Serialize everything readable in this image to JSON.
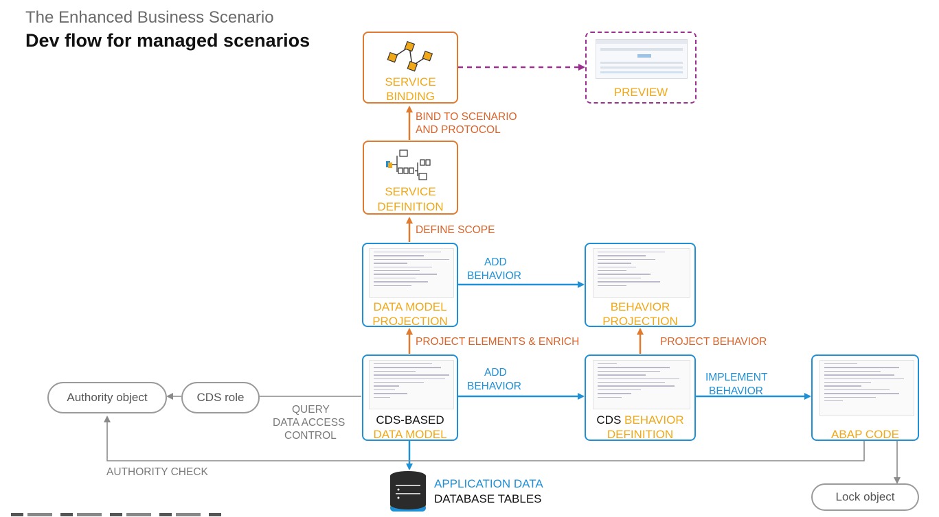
{
  "header": {
    "subtitle": "The Enhanced Business Scenario",
    "title": "Dev flow for managed scenarios"
  },
  "nodes": {
    "service_binding": {
      "line1": "SERVICE",
      "line2": "BINDING",
      "icon": "network-nodes-icon"
    },
    "preview": {
      "label": "PREVIEW",
      "icon": "app-preview-thumbnail"
    },
    "service_definition": {
      "line1": "SERVICE",
      "line2": "DEFINITION",
      "icon": "entity-tree-icon"
    },
    "data_model_projection": {
      "line1": "DATA MODEL",
      "line2": "PROJECTION"
    },
    "behavior_projection": {
      "line1": "BEHAVIOR",
      "line2": "PROJECTION"
    },
    "cds_data_model": {
      "line1": "CDS-BASED",
      "line2": "DATA MODEL"
    },
    "cds_behavior_definition": {
      "line1_black": "CDS ",
      "line1_colored": "BEHAVIOR",
      "line2": "DEFINITION"
    },
    "abap_code": {
      "label": "ABAP CODE"
    },
    "authority_object": {
      "label": "Authority object"
    },
    "cds_role": {
      "label": "CDS role"
    },
    "lock_object": {
      "label": "Lock object"
    },
    "database": {
      "line1": "APPLICATION DATA",
      "line2": "DATABASE TABLES",
      "icon": "database-icon"
    }
  },
  "edges": {
    "bind": {
      "line1": "BIND TO SCENARIO",
      "line2": "AND PROTOCOL"
    },
    "define_scope": "DEFINE SCOPE",
    "add_behavior_top": {
      "line1": "ADD",
      "line2": "BEHAVIOR"
    },
    "project_elements": "PROJECT ELEMENTS & ENRICH",
    "project_behavior": "PROJECT BEHAVIOR",
    "add_behavior_bottom": {
      "line1": "ADD",
      "line2": "BEHAVIOR"
    },
    "implement_behavior": {
      "line1": "IMPLEMENT",
      "line2": "BEHAVIOR"
    },
    "query_dac": {
      "line1": "QUERY",
      "line2": "DATA ACCESS",
      "line3": "CONTROL"
    },
    "authority_check": "AUTHORITY CHECK"
  },
  "colors": {
    "orange": "#e07a2e",
    "blue": "#1f8fd6",
    "yellow": "#f0a818",
    "purple": "#9b2f8f",
    "gray": "#9a9a9a"
  }
}
